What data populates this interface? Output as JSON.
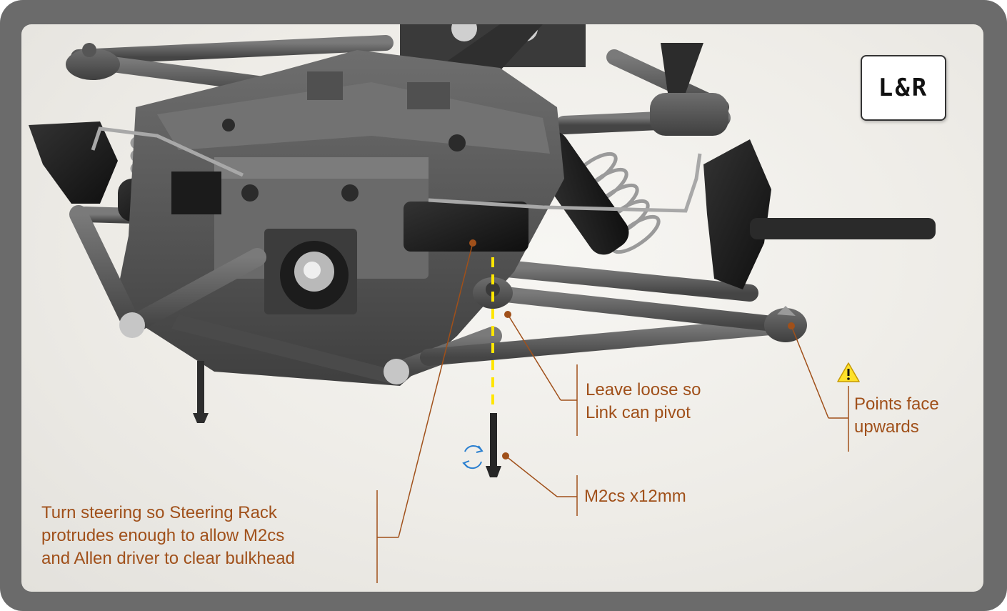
{
  "badge": {
    "text": "L&R"
  },
  "callouts": {
    "link_loose": "Leave loose so\nLink can pivot",
    "points_face": "Points face\nupwards",
    "screw": "M2cs x12mm",
    "steering": "Turn steering so Steering Rack\nprotrudes enough to allow M2cs\nand Allen driver to clear bulkhead"
  },
  "colors": {
    "callout_text": "#a0501a",
    "frame": "#6b6b6b",
    "part_gray": "#5a5a5a",
    "guide_line": "#ffe600",
    "rotate_icon": "#2a7fd0"
  },
  "icons": [
    "warning-icon",
    "rotate-icon"
  ]
}
